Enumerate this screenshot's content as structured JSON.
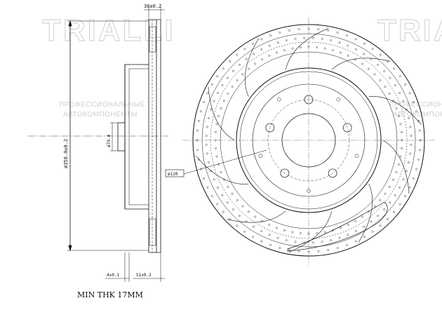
{
  "watermark": {
    "logo": "TRIALLI",
    "line1": "ПРОФЕССИОНАЛЬНЫЕ",
    "line2": "АВТОКОМПОНЕНТЫ",
    "color": "#d0d0d0"
  },
  "dimensions": {
    "top_width": "30±0.2",
    "overall_diameter": "ø358.0±0.2",
    "hub_diameter": "ø79.4",
    "hub_thickness": "4±0.1",
    "total_height": "51±0.2",
    "bolt_circle": "ø120"
  },
  "caption": "MIN THK 17MM",
  "drawing": {
    "line_color": "#111111",
    "bolt_holes": 5
  }
}
